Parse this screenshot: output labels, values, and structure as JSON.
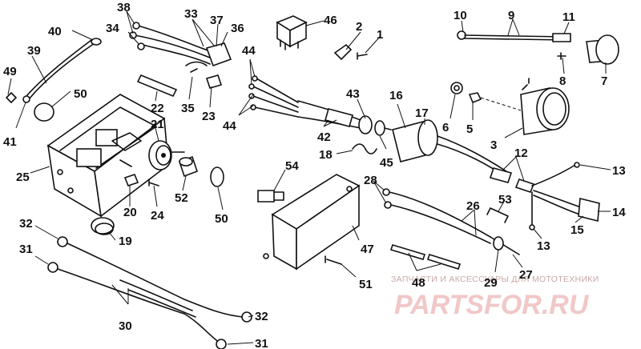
{
  "diagram": {
    "labels": [
      {
        "id": "l1",
        "text": "1"
      },
      {
        "id": "l2",
        "text": "2"
      },
      {
        "id": "l3",
        "text": "3"
      },
      {
        "id": "l5",
        "text": "5"
      },
      {
        "id": "l6",
        "text": "6"
      },
      {
        "id": "l7",
        "text": "7"
      },
      {
        "id": "l8",
        "text": "8"
      },
      {
        "id": "l9",
        "text": "9"
      },
      {
        "id": "l10",
        "text": "10"
      },
      {
        "id": "l11",
        "text": "11"
      },
      {
        "id": "l12",
        "text": "12"
      },
      {
        "id": "l13a",
        "text": "13"
      },
      {
        "id": "l13b",
        "text": "13"
      },
      {
        "id": "l14",
        "text": "14"
      },
      {
        "id": "l15",
        "text": "15"
      },
      {
        "id": "l16",
        "text": "16"
      },
      {
        "id": "l17",
        "text": "17"
      },
      {
        "id": "l18",
        "text": "18"
      },
      {
        "id": "l19",
        "text": "19"
      },
      {
        "id": "l20",
        "text": "20"
      },
      {
        "id": "l21",
        "text": "21"
      },
      {
        "id": "l22",
        "text": "22"
      },
      {
        "id": "l23",
        "text": "23"
      },
      {
        "id": "l24",
        "text": "24"
      },
      {
        "id": "l25",
        "text": "25"
      },
      {
        "id": "l26",
        "text": "26"
      },
      {
        "id": "l27",
        "text": "27"
      },
      {
        "id": "l28",
        "text": "28"
      },
      {
        "id": "l29",
        "text": "29"
      },
      {
        "id": "l30",
        "text": "30"
      },
      {
        "id": "l31a",
        "text": "31"
      },
      {
        "id": "l31b",
        "text": "31"
      },
      {
        "id": "l32a",
        "text": "32"
      },
      {
        "id": "l32b",
        "text": "32"
      },
      {
        "id": "l33",
        "text": "33"
      },
      {
        "id": "l34",
        "text": "34"
      },
      {
        "id": "l35",
        "text": "35"
      },
      {
        "id": "l36",
        "text": "36"
      },
      {
        "id": "l37",
        "text": "37"
      },
      {
        "id": "l38",
        "text": "38"
      },
      {
        "id": "l39",
        "text": "39"
      },
      {
        "id": "l40",
        "text": "40"
      },
      {
        "id": "l41",
        "text": "41"
      },
      {
        "id": "l42",
        "text": "42"
      },
      {
        "id": "l43",
        "text": "43"
      },
      {
        "id": "l44a",
        "text": "44"
      },
      {
        "id": "l44b",
        "text": "44"
      },
      {
        "id": "l45",
        "text": "45"
      },
      {
        "id": "l46",
        "text": "46"
      },
      {
        "id": "l47",
        "text": "47"
      },
      {
        "id": "l48",
        "text": "48"
      },
      {
        "id": "l49",
        "text": "49"
      },
      {
        "id": "l50a",
        "text": "50"
      },
      {
        "id": "l50b",
        "text": "50"
      },
      {
        "id": "l51",
        "text": "51"
      },
      {
        "id": "l52",
        "text": "52"
      },
      {
        "id": "l53",
        "text": "53"
      },
      {
        "id": "l54",
        "text": "54"
      }
    ]
  },
  "watermark": {
    "caption": "ЗАПЧАСТИ И АКСЕССУАРЫ ДЛЯ МОТОТЕХНИКИ",
    "logo": "PARTSFOR.RU"
  },
  "colors": {
    "ink": "#111111",
    "watermark": "#f1c7c7",
    "background": "#ffffff"
  }
}
